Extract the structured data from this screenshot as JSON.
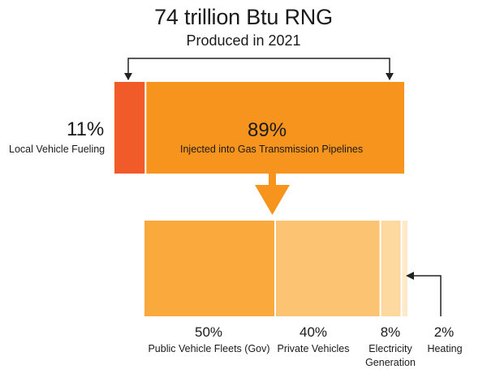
{
  "chart_data": [
    {
      "type": "bar",
      "title": "74 trillion Btu RNG",
      "subtitle": "Produced in 2021",
      "categories": [
        "Local Vehicle Fueling",
        "Injected into Gas Transmission Pipelines"
      ],
      "values": [
        11,
        89
      ],
      "labels": [
        "11%",
        "89%"
      ],
      "colors": [
        "#F15A29",
        "#F7941D"
      ]
    },
    {
      "type": "bar",
      "categories": [
        "Public Vehicle Fleets (Gov)",
        "Private Vehicles",
        "Electricity Generation",
        "Heating"
      ],
      "values": [
        50,
        40,
        8,
        2
      ],
      "labels": [
        "50%",
        "40%",
        "8%",
        "2%"
      ],
      "colors": [
        "#FAAA3C",
        "#FCC472",
        "#FDD9A0",
        "#FEE9C9"
      ]
    }
  ],
  "colors": {
    "arrow": "#F7941D",
    "connector": "#222222"
  }
}
